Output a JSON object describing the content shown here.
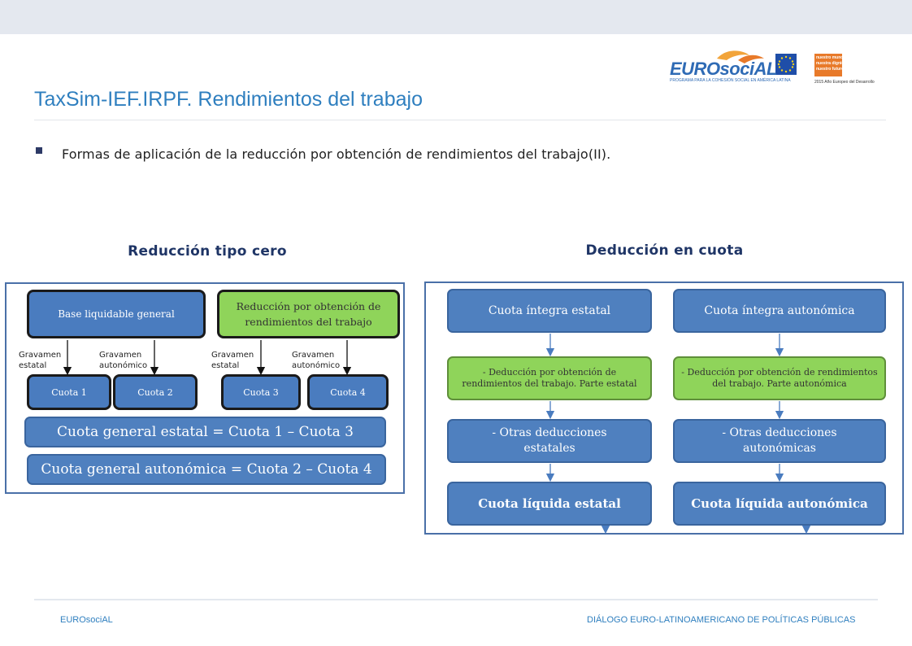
{
  "header": {
    "logo_text": "EUROsociAL",
    "logo_subtitle": "PROGRAMA PARA LA COHESIÓN SOCIAL EN AMÉRICA LATINA",
    "badge_lines": [
      "nuestro mundo",
      "nuestra dignidad",
      "nuestro futuro"
    ],
    "badge_caption": "2015 Año Europeo del Desarrollo"
  },
  "title": "TaxSim-IEF.IRPF. Rendimientos del trabajo",
  "bullet": "Formas de aplicación de la reducción por obtención de rendimientos del trabajo(II).",
  "left_diagram": {
    "heading": "Reducción tipo cero",
    "base_box": "Base liquidable general",
    "reduction_box": "Reducción por obtención de rendimientos del trabajo",
    "labels": [
      "Gravamen estatal",
      "Gravamen autonómico",
      "Gravamen estatal",
      "Gravamen autonómico"
    ],
    "cuotas": [
      "Cuota 1",
      "Cuota 2",
      "Cuota 3",
      "Cuota 4"
    ],
    "result_estatal": "Cuota general estatal = Cuota 1 – Cuota 3",
    "result_autonomica": "Cuota general autonómica = Cuota 2 – Cuota 4"
  },
  "right_diagram": {
    "heading": "Deducción en cuota",
    "estatal": {
      "integra": "Cuota íntegra estatal",
      "deduccion": "- Deducción por obtención de rendimientos del trabajo. Parte estatal",
      "otras": "- Otras deducciones estatales",
      "liquida": "Cuota líquida estatal"
    },
    "autonomica": {
      "integra": "Cuota íntegra autonómica",
      "deduccion": "- Deducción por obtención de rendimientos del trabajo. Parte autonómica",
      "otras": "- Otras deducciones autonómicas",
      "liquida": "Cuota líquida autonómica"
    }
  },
  "footer": {
    "left": "EUROsociAL",
    "right": "DIÁLOGO EURO-LATINOAMERICANO DE POLÍTICAS PÚBLICAS"
  },
  "colors": {
    "title": "#2f7fbf",
    "box_blue": "#4a7cbf",
    "box_green": "#8fd45a",
    "heading": "#1f3566"
  }
}
